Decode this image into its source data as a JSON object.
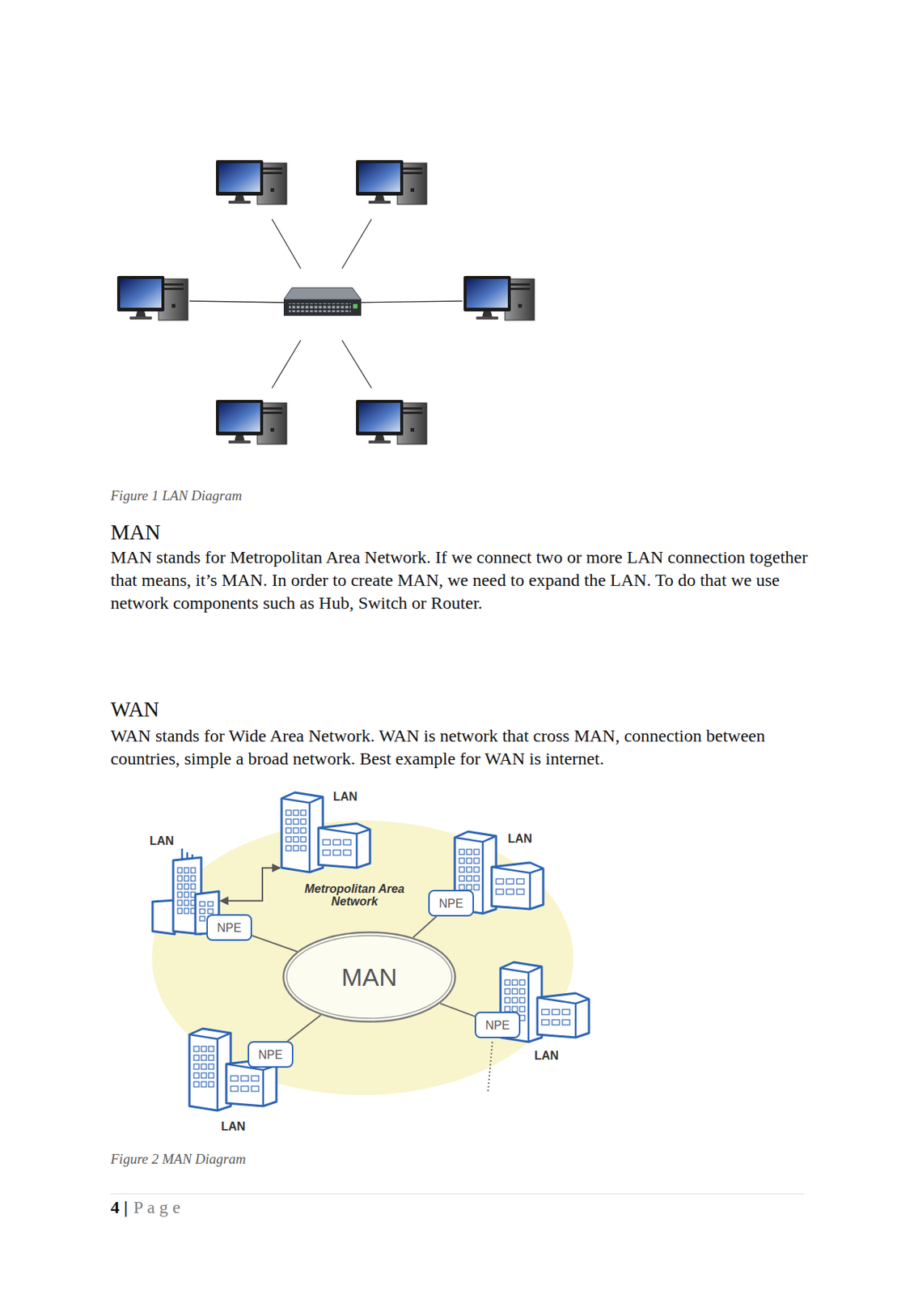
{
  "diagram": {
    "nodes": [
      {
        "text": [
          "LAN"
        ]
      },
      {
        "text": [
          "LAN"
        ]
      },
      {
        "text": [
          "LAN"
        ]
      },
      {
        "text": [
          "NPE"
        ]
      },
      {
        "text": [
          "NPE"
        ]
      },
      {
        "text": [
          "MAN"
        ]
      },
      {
        "text": [
          "NPE"
        ]
      },
      {
        "text": [
          "LAN"
        ]
      },
      {
        "text": [
          "NPE"
        ]
      },
      {
        "text": [
          "LAN"
        ]
      }
    ],
    "edges": [
      {
        "from": 0,
        "to": 1,
        "arrow": "both"
      },
      {
        "from": 3,
        "to": 5,
        "arrow": "none"
      },
      {
        "from": 4,
        "to": 5,
        "arrow": "none"
      },
      {
        "from": 6,
        "to": 5,
        "arrow": "none"
      },
      {
        "from": 8,
        "to": 5,
        "arrow": "none"
      }
    ],
    "labels": [
      "Figure 1 LAN Diagram",
      "MAN",
      "MAN stands for Metropolitan Area Network. If we connect two or more LAN connection together that means, it’s MAN. In order to create MAN, we need to expand the LAN. To do that we use network components such as Hub, Switch or Router.",
      "WAN",
      "WAN stands for Wide Area Network. WAN is network that cross MAN, connection between countries, simple a broad network. Best example for WAN is internet.",
      "Metropolitan Area Network",
      "Figure 2 MAN Diagram",
      "4 |",
      "P a g e"
    ]
  }
}
